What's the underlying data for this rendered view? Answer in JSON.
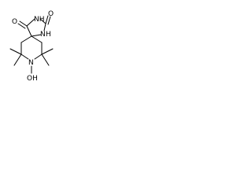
{
  "molecule": {
    "atoms": {
      "n_ring_top": "NH",
      "n_ring_right": "N",
      "h_ring_right": "H",
      "o_top": "O",
      "o_left": "O",
      "n_bottom": "N",
      "oh_bottom": "OH"
    },
    "colors": {
      "bond": "#000000",
      "label": "#000000",
      "background": "#ffffff"
    }
  }
}
